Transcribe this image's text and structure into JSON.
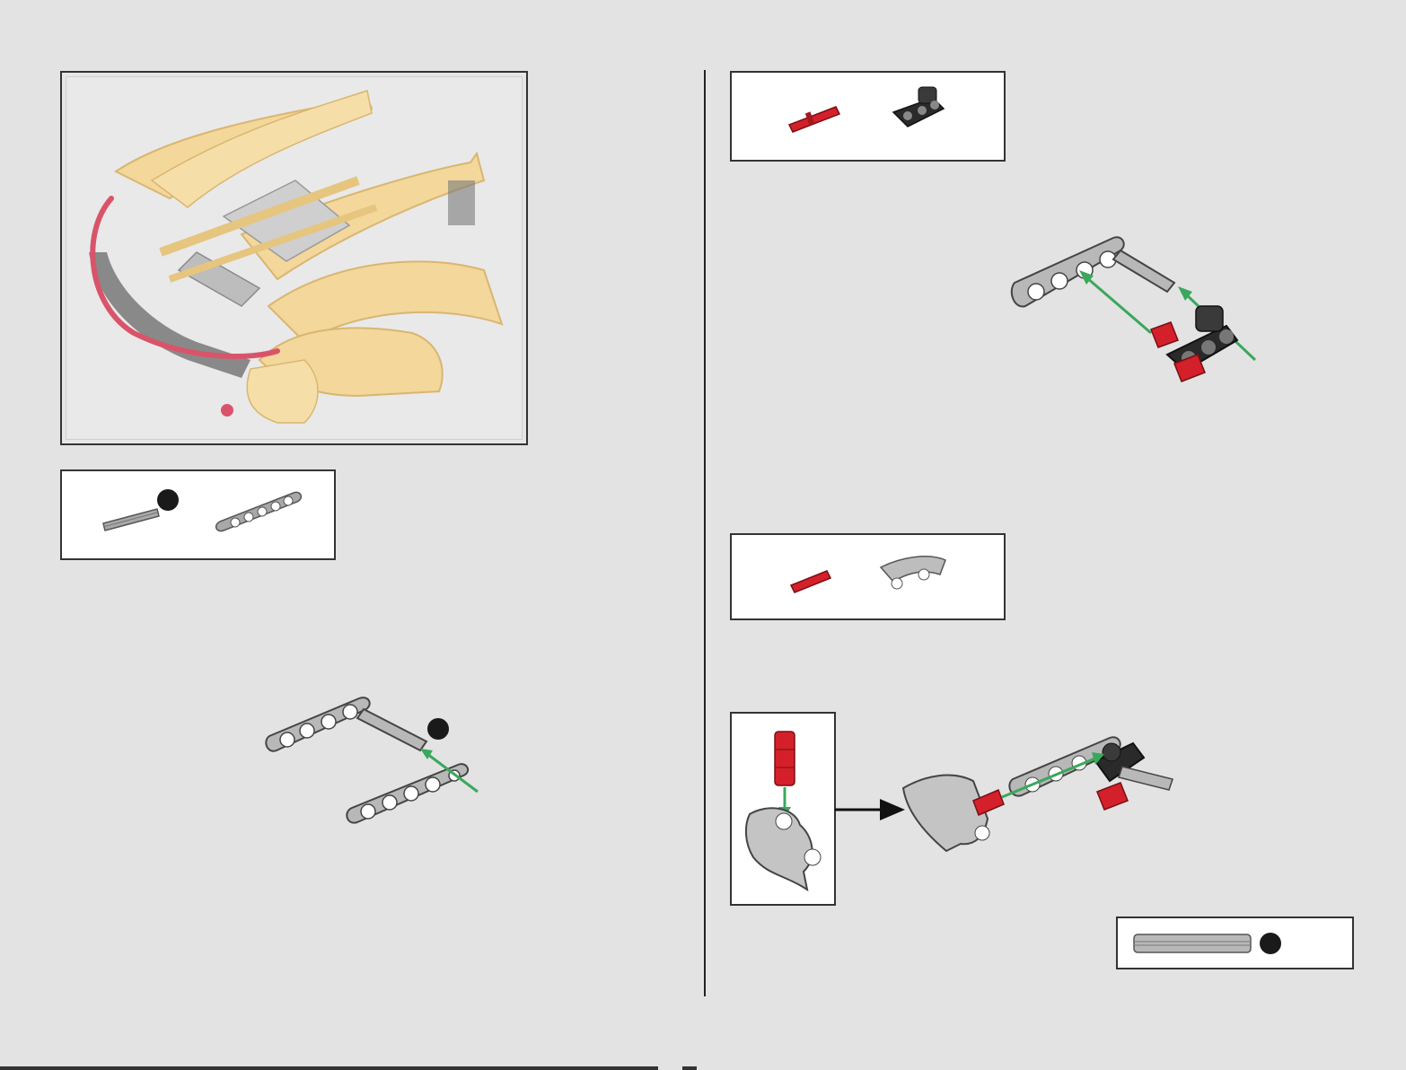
{
  "page": {
    "title": "",
    "background": "#e3e3e3"
  },
  "colors": {
    "beam_gray": "#a8a8a8",
    "beam_dark": "#555555",
    "axle_red": "#d4202a",
    "arrow_green": "#3aa85c",
    "model_yellow": "#f5d48a",
    "model_red": "#d9546a",
    "callout_dot": "#1a1a1a"
  },
  "icons": {
    "axle_length_dot": "dark-circle",
    "step_arrow": "black-arrow-right"
  },
  "steps": [
    {
      "id": "left-step",
      "parts": [
        "gray-axle",
        "gray-5-beam"
      ]
    },
    {
      "id": "right-step-1",
      "parts": [
        "red-pin",
        "black-connector"
      ]
    },
    {
      "id": "right-step-2",
      "parts": [
        "red-axle-pin",
        "gray-panel-connector"
      ]
    },
    {
      "id": "right-step-3",
      "subassembly": true
    },
    {
      "id": "length-callout",
      "parts": [
        "long-gray-axle"
      ]
    }
  ]
}
